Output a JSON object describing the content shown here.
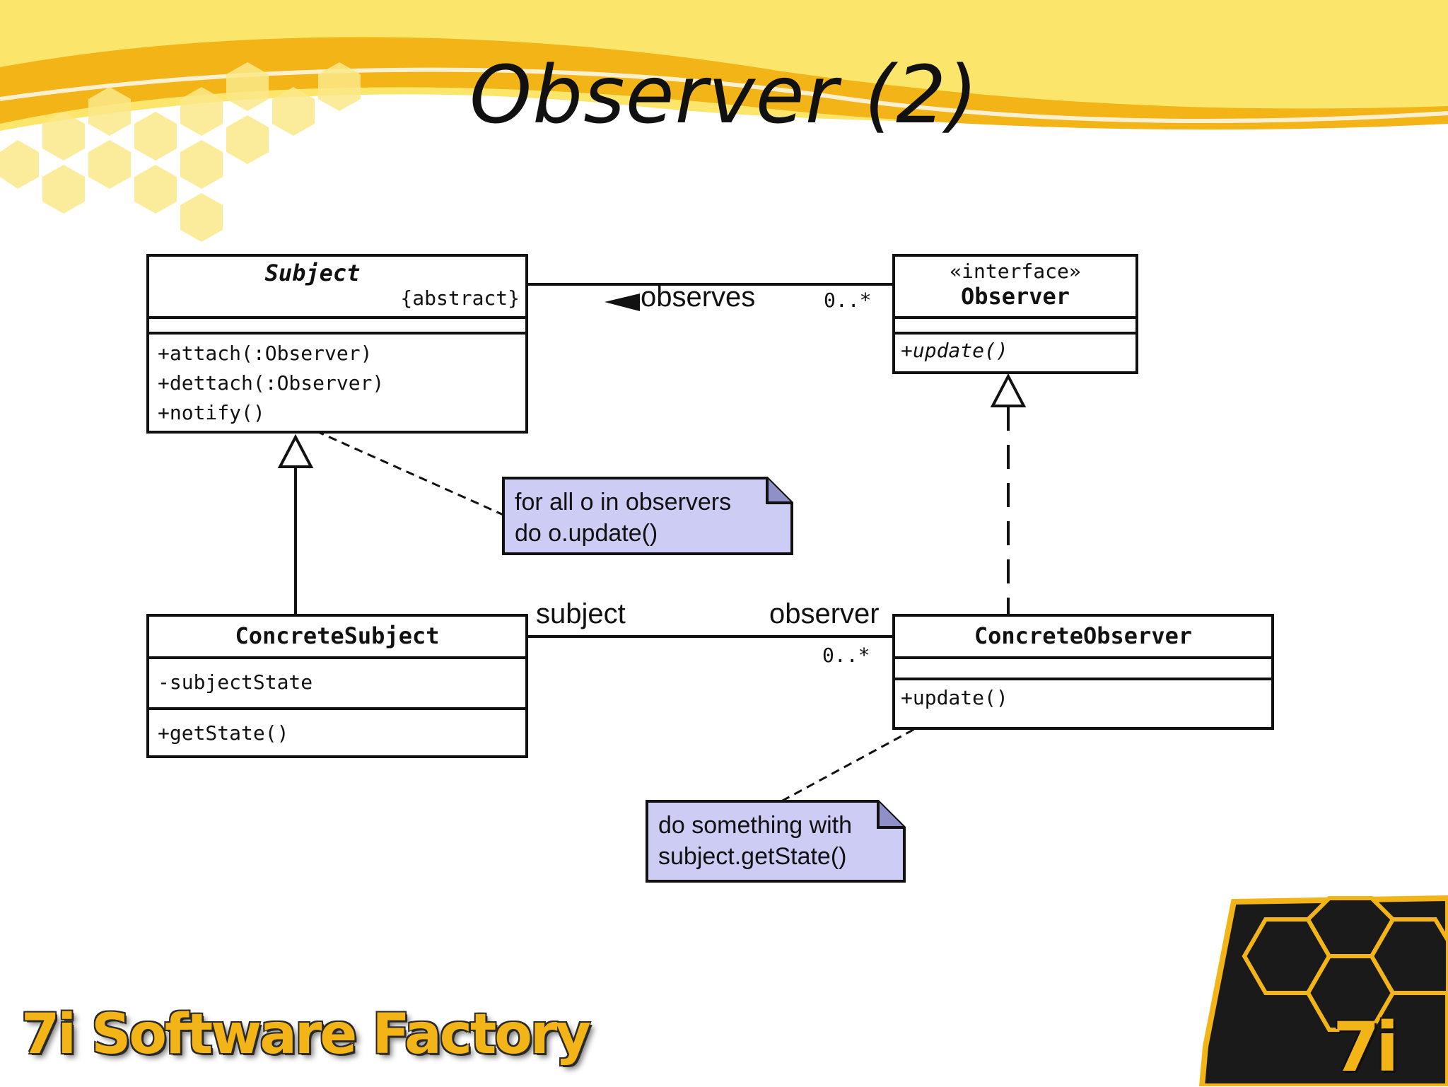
{
  "slide": {
    "title": "Observer (2)",
    "brand": "7i Software Factory",
    "logo_mark": "7i"
  },
  "colors": {
    "accent_yellow": "#f2b416",
    "light_yellow": "#fbe56a",
    "note_fill": "#ccccf5",
    "line": "#111111"
  },
  "diagram": {
    "subject": {
      "name": "Subject",
      "constraint": "{abstract}",
      "methods": [
        "+attach(:Observer)",
        "+dettach(:Observer)",
        "+notify()"
      ]
    },
    "observer": {
      "stereotype": "«interface»",
      "name": "Observer",
      "methods": [
        "+update()"
      ]
    },
    "concrete_subject": {
      "name": "ConcreteSubject",
      "attributes": [
        "-subjectState"
      ],
      "methods": [
        "+getState()"
      ]
    },
    "concrete_observer": {
      "name": "ConcreteObserver",
      "methods": [
        "+update()"
      ]
    },
    "associations": {
      "observes_label": "observes",
      "observes_mult": "0..*",
      "subject_role": "subject",
      "observer_role": "observer",
      "observer_mult": "0..*"
    },
    "notes": {
      "notify_note": [
        "for all o in observers",
        "do o.update()"
      ],
      "update_note": [
        "do something with",
        "subject.getState()"
      ]
    }
  }
}
